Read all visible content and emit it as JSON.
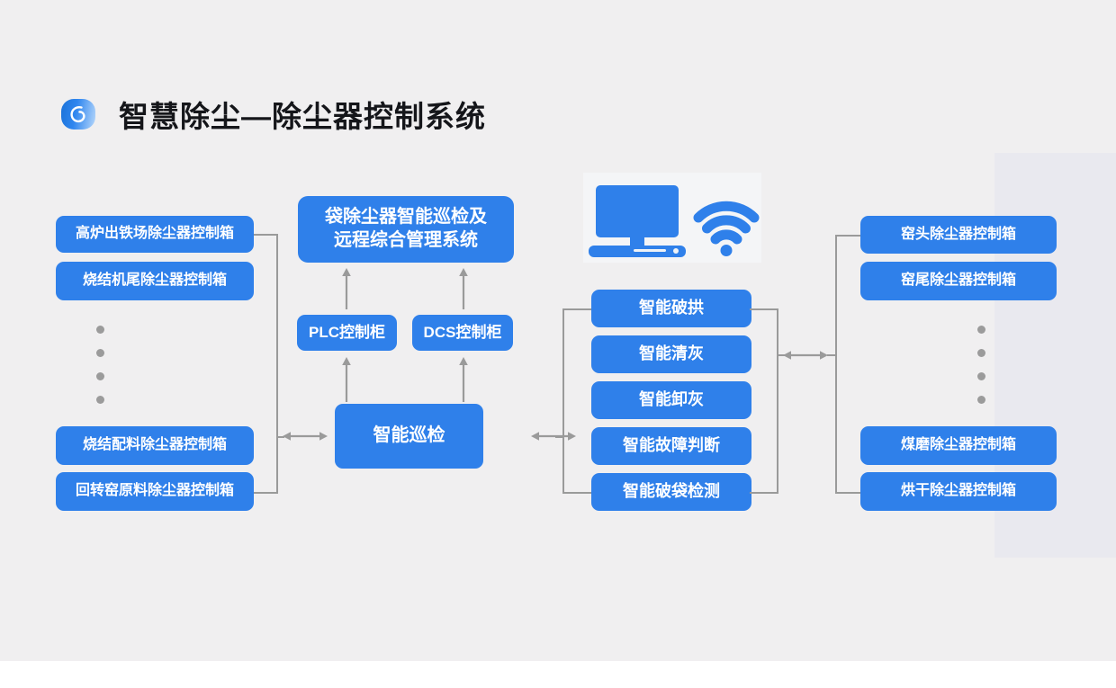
{
  "header": {
    "title": "智慧除尘—除尘器控制系统",
    "logo_icon": "swirl-logo-icon",
    "brand_color": "#2f80ea"
  },
  "theme": {
    "background": "#f0eff0",
    "node_blue": "#2f80ea",
    "connector_gray": "#9a9a9a",
    "dot_gray": "#9b9b9b",
    "title_color": "#15161a"
  },
  "illustration": {
    "monitor_icon": "desktop-computer-icon",
    "wifi_icon": "wifi-signal-icon",
    "color": "#2f80ea"
  },
  "left_group": {
    "top_items": [
      {
        "label": "高炉出铁场除尘器控制箱"
      },
      {
        "label": "烧结机尾除尘器控制箱"
      }
    ],
    "ellipsis_dots": 4,
    "bottom_items": [
      {
        "label": "烧结配料除尘器控制箱"
      },
      {
        "label": "回转窑原料除尘器控制箱"
      }
    ]
  },
  "center_group": {
    "system_box": {
      "line1": "袋除尘器智能巡检及",
      "line2": "远程综合管理系统"
    },
    "cabinets": [
      {
        "label": "PLC控制柜"
      },
      {
        "label": "DCS控制柜"
      }
    ],
    "hub": {
      "label": "智能巡检"
    }
  },
  "function_group": {
    "items": [
      {
        "label": "智能破拱"
      },
      {
        "label": "智能清灰"
      },
      {
        "label": "智能卸灰"
      },
      {
        "label": "智能故障判断"
      },
      {
        "label": "智能破袋检测"
      }
    ]
  },
  "right_group": {
    "top_items": [
      {
        "label": "窑头除尘器控制箱"
      },
      {
        "label": "窑尾除尘器控制箱"
      }
    ],
    "ellipsis_dots": 4,
    "bottom_items": [
      {
        "label": "煤磨除尘器控制箱"
      },
      {
        "label": "烘干除尘器控制箱"
      }
    ]
  },
  "connectors": {
    "left_to_hub": "bidirectional-arrow",
    "hub_to_functions": "bidirectional-arrow",
    "functions_to_right": "bidirectional-arrow",
    "cabinet_to_system": "up-arrow",
    "hub_to_cabinet": "up-arrow"
  }
}
